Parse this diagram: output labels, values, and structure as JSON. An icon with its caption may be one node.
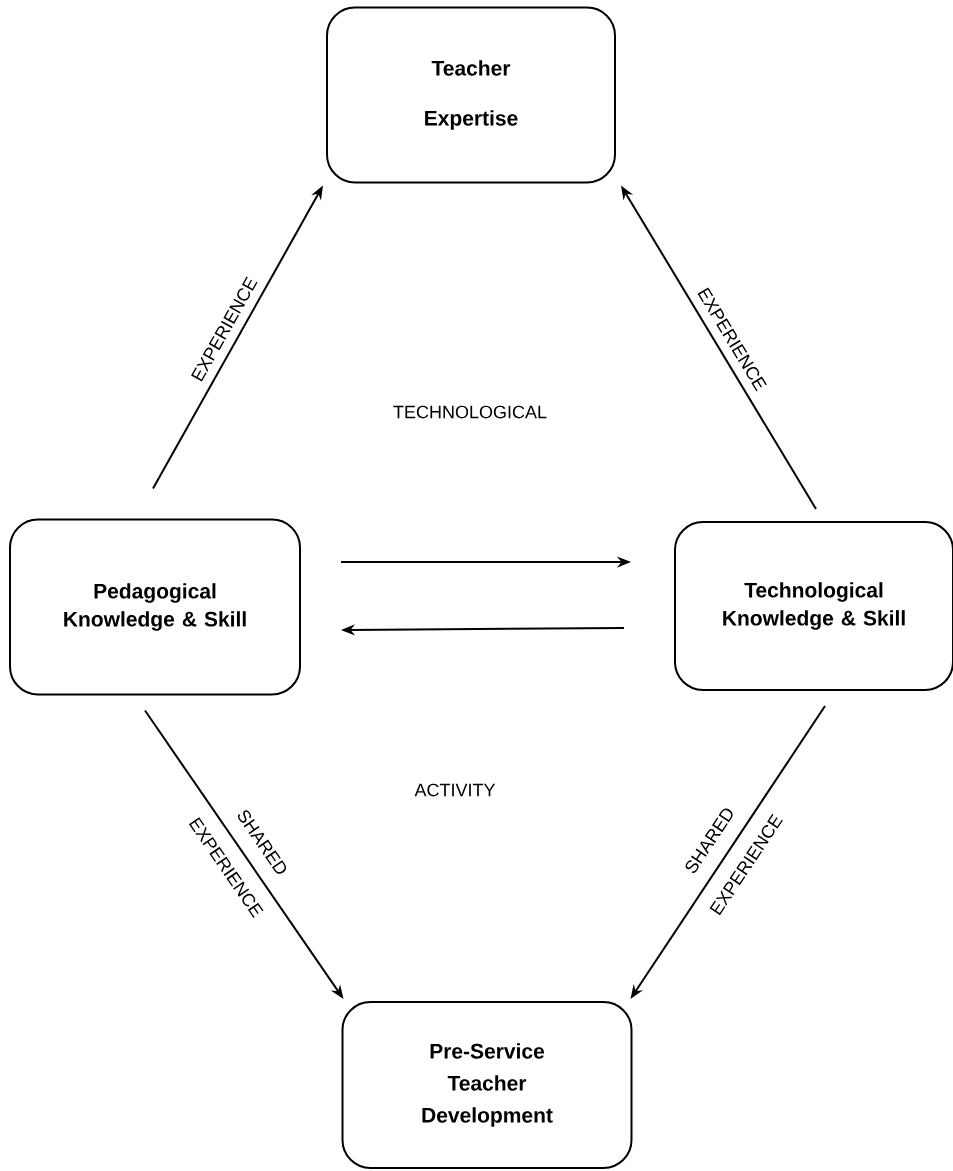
{
  "diagram": {
    "nodes": [
      {
        "text": [
          "Teacher Expertise"
        ]
      },
      {
        "text": [
          "Pedagogical Knowledge & Skill"
        ]
      },
      {
        "text": [
          "Technological Knowledge & Skill"
        ]
      },
      {
        "text": [
          "Pre-Service Teacher Development"
        ]
      }
    ],
    "edges": [
      {
        "from": 1,
        "to": 0,
        "arrow": "to",
        "label": "EXPERIENCE"
      },
      {
        "from": 2,
        "to": 0,
        "arrow": "to",
        "label": "EXPERIENCE"
      },
      {
        "from": 1,
        "to": 2,
        "arrow": "to"
      },
      {
        "from": 2,
        "to": 1,
        "arrow": "to"
      },
      {
        "from": 1,
        "to": 3,
        "arrow": "to",
        "label": "SHARED EXPERIENCE"
      },
      {
        "from": 2,
        "to": 3,
        "arrow": "to",
        "label": "SHARED EXPERIENCE"
      }
    ],
    "labels": [
      "TECHNOLOGICAL",
      "ACTIVITY"
    ]
  }
}
